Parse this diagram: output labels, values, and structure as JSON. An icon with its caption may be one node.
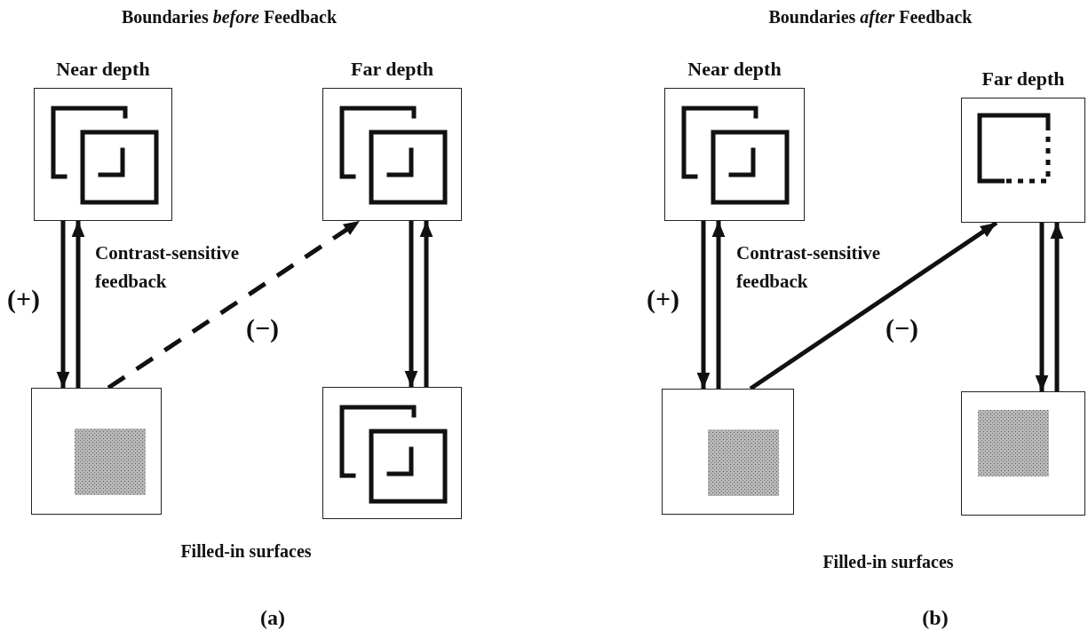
{
  "diagram": {
    "nodes": [
      {
        "text": [
          "Near depth"
        ]
      },
      {
        "text": [
          "Far depth"
        ]
      },
      {
        "text": [],
        "shape": "picture"
      },
      {
        "text": [],
        "shape": "picture"
      },
      {
        "text": [
          "Near depth"
        ]
      },
      {
        "text": [
          "Far depth"
        ]
      },
      {
        "text": [],
        "shape": "picture"
      },
      {
        "text": [],
        "shape": "picture"
      }
    ],
    "edges": [
      {
        "from": 0,
        "to": 2,
        "arrow": "to"
      },
      {
        "from": 2,
        "to": 0,
        "arrow": "to",
        "label": "(+)"
      },
      {
        "from": 2,
        "to": 1,
        "arrow": "to",
        "label": "(−)",
        "style": "dashed"
      },
      {
        "from": 1,
        "to": 3,
        "arrow": "to"
      },
      {
        "from": 3,
        "to": 1,
        "arrow": "to"
      },
      {
        "from": 4,
        "to": 6,
        "arrow": "to"
      },
      {
        "from": 6,
        "to": 4,
        "arrow": "to",
        "label": "(+)"
      },
      {
        "from": 6,
        "to": 5,
        "arrow": "to",
        "label": "(−)"
      },
      {
        "from": 5,
        "to": 7,
        "arrow": "to"
      },
      {
        "from": 7,
        "to": 5,
        "arrow": "to"
      }
    ],
    "labels": [
      "Boundaries *before* Feedback",
      "Boundaries *after* Feedback",
      "Contrast-sensitive feedback",
      "Contrast-sensitive feedback",
      "Filled-in surfaces",
      "Filled-in surfaces",
      "(a)",
      "(b)"
    ]
  }
}
